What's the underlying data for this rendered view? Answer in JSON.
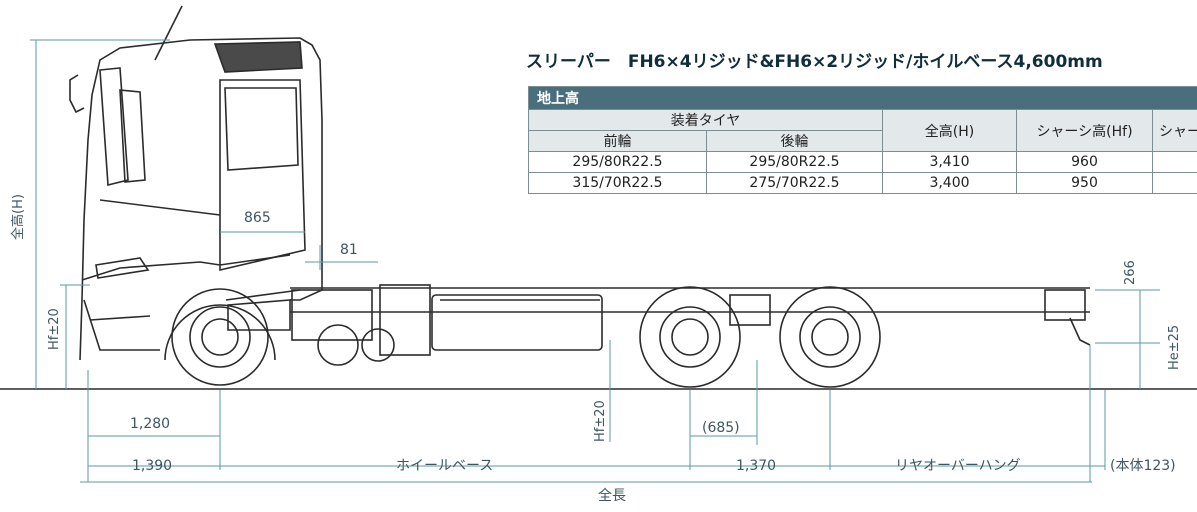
{
  "title": "スリーパー　FH6×4リジッド&FH6×2リジッド/ホイルベース4,600mm",
  "table": {
    "section": "地上高",
    "tire_group": "装着タイヤ",
    "front": "前輪",
    "rear": "後輪",
    "overall_height": "全高(H)",
    "chassis_height": "シャーシ高(Hf)",
    "cut_col": "シャー",
    "rows": [
      {
        "front": "295/80R22.5",
        "rear": "295/80R22.5",
        "h": "3,410",
        "hf": "960"
      },
      {
        "front": "315/70R22.5",
        "rear": "275/70R22.5",
        "h": "3,400",
        "hf": "950"
      }
    ]
  },
  "dims": {
    "overall_height": "全高(H)",
    "hf_left": "Hf±20",
    "hf_mid": "Hf±20",
    "he": "He±25",
    "d865": "865",
    "d81": "81",
    "d266": "266",
    "d1280": "1,280",
    "d1390": "1,390",
    "wheelbase": "ホイールベース",
    "d685": "(685)",
    "d1370": "1,370",
    "rear_overhang": "リヤオーバーハング",
    "body123": "(本体123)",
    "overall_length": "全長"
  },
  "colors": {
    "header": "#4a6f7c",
    "dim_line": "#5a9aa8",
    "truck": "#2b2b2b"
  }
}
